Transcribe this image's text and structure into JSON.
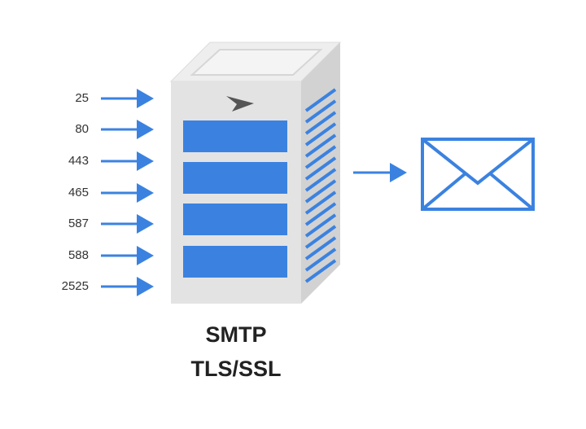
{
  "ports": [
    "25",
    "80",
    "443",
    "465",
    "587",
    "588",
    "2525"
  ],
  "caption": {
    "line1": "SMTP",
    "line2": "TLS/SSL"
  },
  "colors": {
    "accent": "#3b82e0",
    "server_front": "#e3e3e3",
    "server_top": "#eeeeee",
    "server_side": "#d2d2d2"
  },
  "icons": {
    "server_logo": "paper-plane-icon",
    "output": "envelope-icon"
  }
}
